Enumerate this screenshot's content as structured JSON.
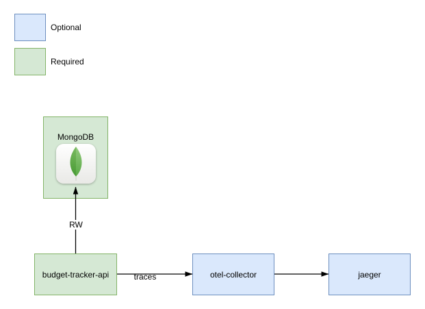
{
  "legend": {
    "items": [
      {
        "label": "Optional",
        "style": "optional",
        "fill": "#dae8fc",
        "border": "#6c8ebf"
      },
      {
        "label": "Required",
        "style": "required",
        "fill": "#d5e8d4",
        "border": "#82b366"
      }
    ]
  },
  "nodes": {
    "mongodb": {
      "label": "MongoDB",
      "style": "required",
      "icon": "mongodb-leaf-icon"
    },
    "budget_tracker_api": {
      "label": "budget-tracker-api",
      "style": "required"
    },
    "otel_collector": {
      "label": "otel-collector",
      "style": "optional"
    },
    "jaeger": {
      "label": "jaeger",
      "style": "optional"
    }
  },
  "edges": {
    "api_to_mongodb": {
      "from": "budget-tracker-api",
      "to": "MongoDB",
      "label": "RW"
    },
    "api_to_otel": {
      "from": "budget-tracker-api",
      "to": "otel-collector",
      "label": "traces"
    },
    "otel_to_jaeger": {
      "from": "otel-collector",
      "to": "jaeger",
      "label": ""
    }
  },
  "colors": {
    "background": "#ffffff",
    "optional_fill": "#dae8fc",
    "optional_border": "#6c8ebf",
    "required_fill": "#d5e8d4",
    "required_border": "#82b366",
    "edge_stroke": "#000000",
    "mongo_leaf_left": "#4f9e3a",
    "mongo_leaf_right": "#74b95c",
    "mongo_icon_background": "#f4f4f2"
  }
}
